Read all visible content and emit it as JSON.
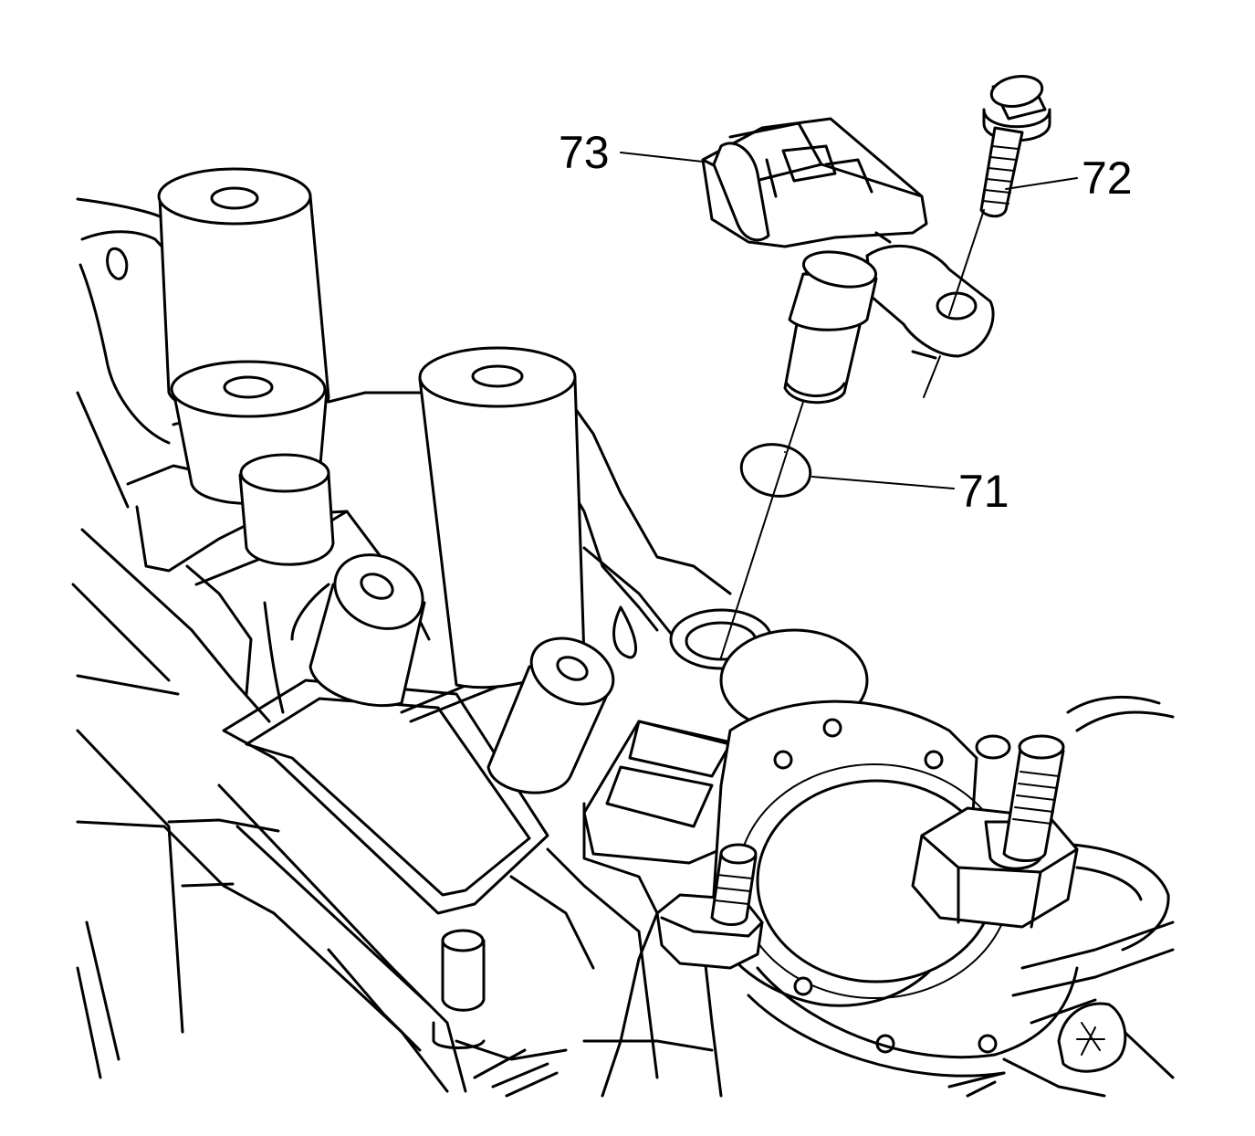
{
  "callouts": [
    {
      "id": "71",
      "label": "71"
    },
    {
      "id": "72",
      "label": "72"
    },
    {
      "id": "73",
      "label": "73"
    }
  ],
  "colors": {
    "line": "#000000",
    "background": "#ffffff"
  }
}
